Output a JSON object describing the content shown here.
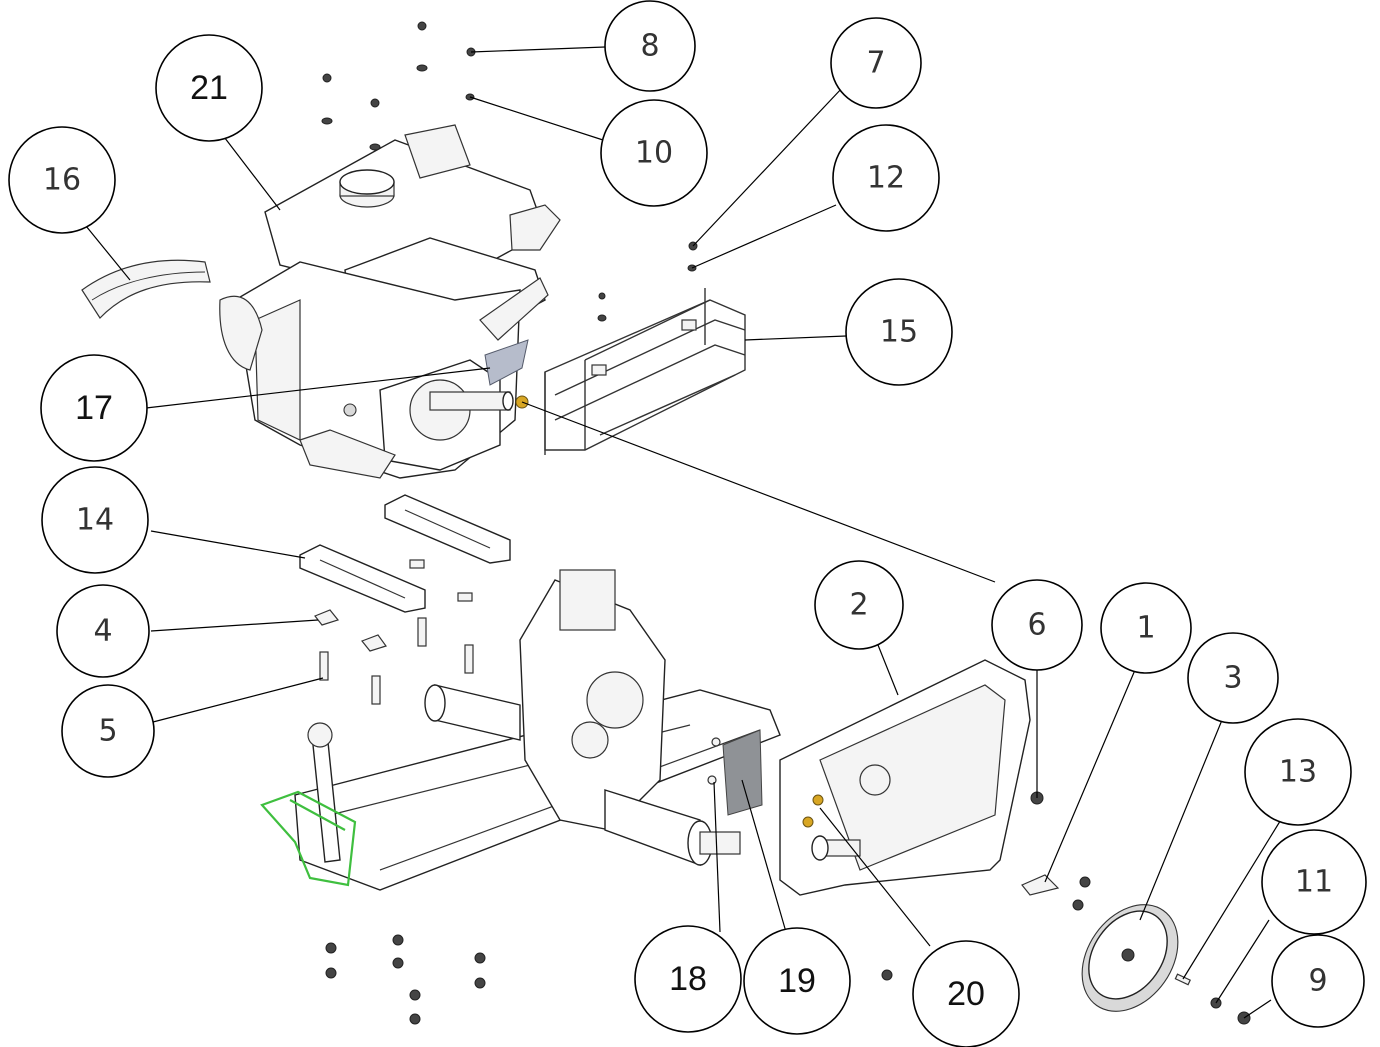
{
  "callouts": [
    {
      "label": "1"
    },
    {
      "label": "2"
    },
    {
      "label": "3"
    },
    {
      "label": "4"
    },
    {
      "label": "5"
    },
    {
      "label": "6"
    },
    {
      "label": "7"
    },
    {
      "label": "8"
    },
    {
      "label": "9"
    },
    {
      "label": "10"
    },
    {
      "label": "11"
    },
    {
      "label": "12"
    },
    {
      "label": "13"
    },
    {
      "label": "14"
    },
    {
      "label": "15"
    },
    {
      "label": "16"
    },
    {
      "label": "17"
    },
    {
      "label": "18"
    },
    {
      "label": "19"
    },
    {
      "label": "20"
    },
    {
      "label": "21"
    }
  ],
  "colors": {
    "line": "#000000",
    "highlight_green": "#3fbf3f",
    "fastener_gold": "#d8a623",
    "plate_grey": "#8f9296"
  }
}
